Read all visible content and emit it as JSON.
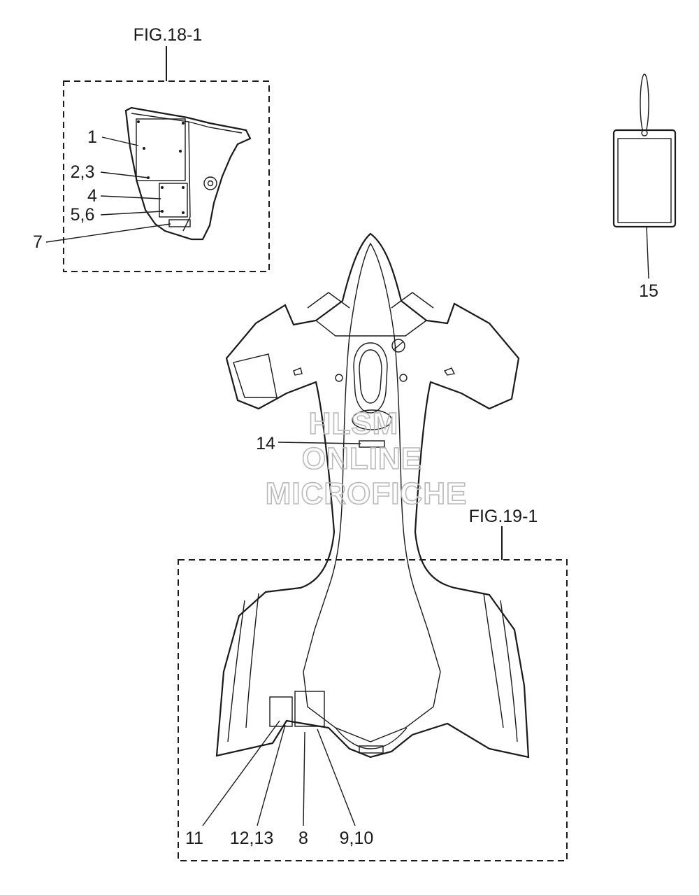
{
  "figures": {
    "fig_18_1": "FIG.18-1",
    "fig_19_1": "FIG.19-1"
  },
  "callouts": {
    "c1": "1",
    "c2_3": "2,3",
    "c4": "4",
    "c5_6": "5,6",
    "c7": "7",
    "c8": "8",
    "c9_10": "9,10",
    "c11": "11",
    "c12_13": "12,13",
    "c14": "14",
    "c15": "15"
  },
  "watermark": {
    "line1": "HLSM",
    "line2": "ONLINE",
    "line3": "MICROFICHE"
  }
}
